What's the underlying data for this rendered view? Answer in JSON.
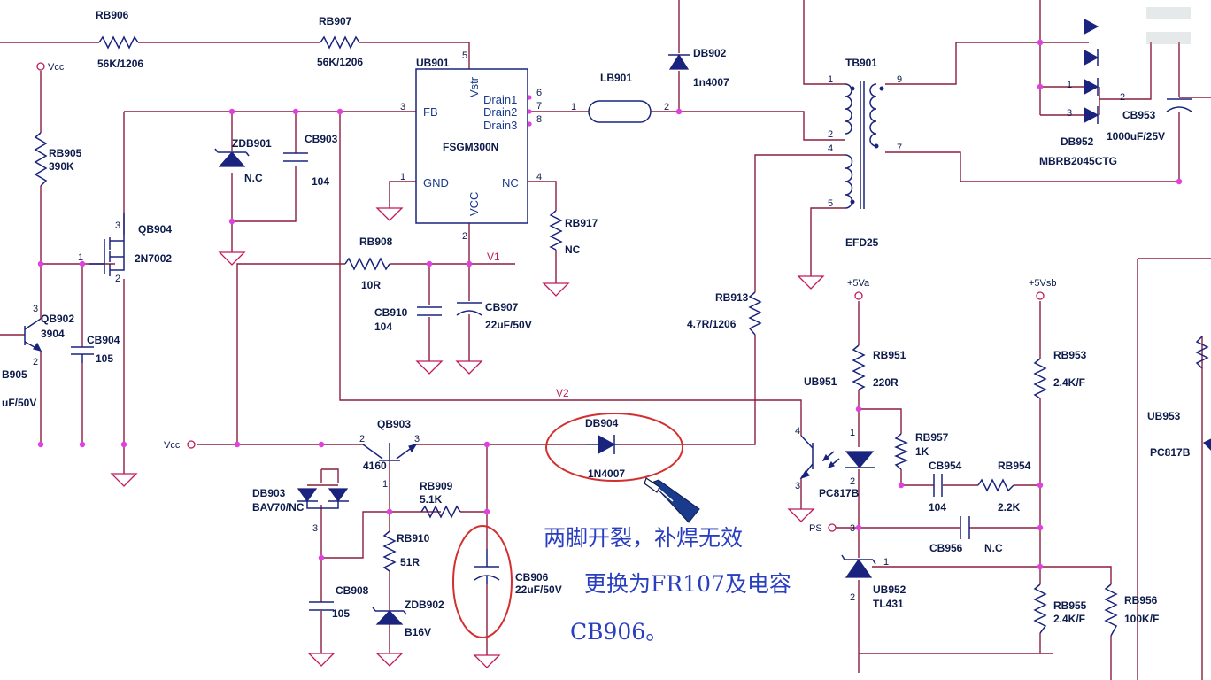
{
  "components": {
    "RB906": {
      "ref": "RB906",
      "value": "56K/1206"
    },
    "RB907": {
      "ref": "RB907",
      "value": "56K/1206"
    },
    "RB905": {
      "ref": "RB905",
      "value": "390K"
    },
    "QB904": {
      "ref": "QB904",
      "value": "2N7002"
    },
    "QB902": {
      "ref": "QB902",
      "value": "3904"
    },
    "CB904": {
      "ref": "CB904",
      "value": "105"
    },
    "ZDB901": {
      "ref": "ZDB901",
      "value": "N.C"
    },
    "CB903": {
      "ref": "CB903",
      "value": "104"
    },
    "UB901": {
      "ref": "UB901",
      "value": "FSGM300N"
    },
    "RB908": {
      "ref": "RB908",
      "value": "10R"
    },
    "CB910": {
      "ref": "CB910",
      "value": "104"
    },
    "CB907": {
      "ref": "CB907",
      "value": "22uF/50V"
    },
    "RB917": {
      "ref": "RB917",
      "value": "NC"
    },
    "LB901": {
      "ref": "LB901"
    },
    "DB902": {
      "ref": "DB902",
      "value": "1n4007"
    },
    "TB901": {
      "ref": "TB901",
      "value": "EFD25"
    },
    "DB952": {
      "ref": "DB952",
      "value": "MBRB2045CTG"
    },
    "CB953": {
      "ref": "CB953",
      "value": "1000uF/25V"
    },
    "RB913": {
      "ref": "RB913",
      "value": "4.7R/1206"
    },
    "QB903": {
      "ref": "QB903",
      "value": "4160"
    },
    "DB904": {
      "ref": "DB904",
      "value": "1N4007"
    },
    "DB903": {
      "ref": "DB903",
      "value": "BAV70/NC"
    },
    "RB909": {
      "ref": "RB909",
      "value": "5.1K"
    },
    "RB910": {
      "ref": "RB910",
      "value": "51R"
    },
    "ZDB902": {
      "ref": "ZDB902",
      "value": "B16V"
    },
    "CB908": {
      "ref": "CB908",
      "value": "105"
    },
    "CB906": {
      "ref": "CB906",
      "value": "22uF/50V"
    },
    "UB951": {
      "ref": "UB951",
      "value": "PC817B"
    },
    "RB951": {
      "ref": "RB951",
      "value": "220R"
    },
    "RB957": {
      "ref": "RB957",
      "value": "1K"
    },
    "CB954": {
      "ref": "CB954",
      "value": "104"
    },
    "RB954": {
      "ref": "RB954",
      "value": "2.2K"
    },
    "CB956": {
      "ref": "CB956",
      "value": "N.C"
    },
    "UB952": {
      "ref": "UB952",
      "value": "TL431"
    },
    "RB953": {
      "ref": "RB953",
      "value": "2.4K/F"
    },
    "RB955": {
      "ref": "RB955",
      "value": "2.4K/F"
    },
    "RB956": {
      "ref": "RB956",
      "value": "100K/F"
    },
    "UB953": {
      "ref": "UB953",
      "value": "PC817B"
    }
  },
  "partial_labels": {
    "left_res": "B905",
    "left_cap": "uF/50V"
  },
  "ic_pins": {
    "vstr": "Vstr",
    "drain1": "Drain1",
    "drain2": "Drain2",
    "drain3": "Drain3",
    "fb": "FB",
    "gnd": "GND",
    "vcc": "VCC",
    "nc": "NC"
  },
  "nets": {
    "vcc_top": "Vcc",
    "vcc_mid": "Vcc",
    "v1": "V1",
    "v2": "V2",
    "v5a": "+5Va",
    "v5vsb": "+5Vsb",
    "ps": "PS"
  },
  "pins": {
    "ub901_5": "5",
    "ub901_3": "3",
    "ub901_1": "1",
    "ub901_2": "2",
    "ub901_4": "4",
    "ub901_6": "6",
    "ub901_7": "7",
    "ub901_8": "8",
    "lb_1": "1",
    "lb_2": "2",
    "tb_1": "1",
    "tb_2": "2",
    "tb_4": "4",
    "tb_5": "5",
    "tb_9": "9",
    "tb_7": "7",
    "db952_1": "1",
    "db952_2": "2",
    "db952_3": "3",
    "qb904_1": "1",
    "qb904_2": "2",
    "qb904_3": "3",
    "qb902_3": "3",
    "qb902_2": "2",
    "qb903_1": "1",
    "qb903_2": "2",
    "qb903_3": "3",
    "db903_3": "3",
    "ub951_4": "4",
    "ub951_3": "3",
    "ub951_1": "1",
    "ub951_2": "2",
    "ub952_1": "1",
    "ub952_2": "2",
    "ub952_3": "3"
  },
  "annotation": {
    "line1": "两脚开裂，补焊无效",
    "line2": "更换为FR107及电容",
    "line3": "CB906。",
    "highlight_color": "#d32f2f",
    "text_color": "#2a3fbf"
  },
  "colors": {
    "wire": "#8b1e3f",
    "component": "#1a237e",
    "junction": "#e040e0"
  }
}
